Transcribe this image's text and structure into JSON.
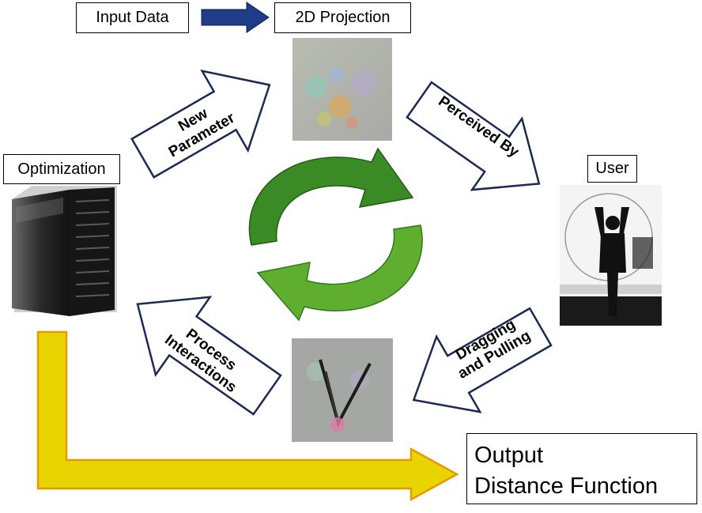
{
  "labels": {
    "input_data": "Input Data",
    "projection_2d": "2D Projection",
    "optimization": "Optimization",
    "user": "User",
    "new_parameter_line1": "New",
    "new_parameter_line2": "Parameter",
    "perceived_by": "Perceived By",
    "dragging_line1": "Dragging",
    "dragging_line2": "and Pulling",
    "process_line1": "Process",
    "process_line2": "Interactions",
    "output_line1": "Output",
    "output_line2": "Distance Function"
  },
  "colors": {
    "blue_arrow": "#1f3c88",
    "cycle_green_dark": "#2f7a1f",
    "cycle_green_light": "#5fae2f",
    "output_arrow_fill": "#e8d400",
    "output_arrow_stroke": "#e89a00",
    "outline_arrow_stroke": "#1a2a55"
  },
  "icons": [
    "server-icon",
    "user-silhouette-photo",
    "projection-thumbnail",
    "projection-interaction-thumbnail",
    "cycle-arrows-icon"
  ]
}
